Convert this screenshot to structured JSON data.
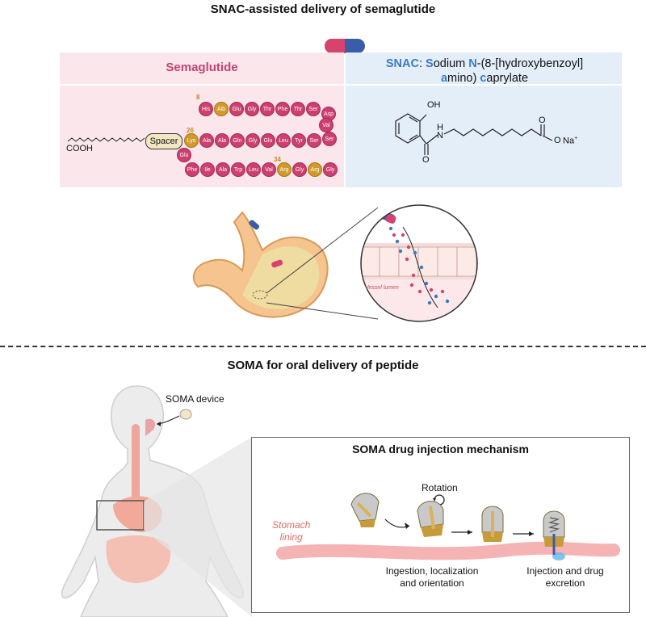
{
  "titles": {
    "top": "SNAC-assisted delivery of semaglutide",
    "bottom": "SOMA for oral delivery of peptide",
    "mechanism": "SOMA drug injection mechanism"
  },
  "semaglutide": {
    "title": "Semaglutide",
    "row1": [
      "His",
      "Aib",
      "Glu",
      "Gly",
      "Thr",
      "Phe",
      "Thr",
      "Ser",
      "Asp"
    ],
    "row2": [
      "Lys",
      "Ala",
      "Ala",
      "Gln",
      "Gly",
      "Glu",
      "Leu",
      "Tyr",
      "Ser",
      "Ser"
    ],
    "row3": [
      "Phe",
      "Ile",
      "Ala",
      "Trp",
      "Leu",
      "Val",
      "Arg",
      "Gly",
      "Arg",
      "Gly"
    ],
    "val": "Val",
    "glu": "Glu",
    "spacer": "Spacer",
    "cooh": "COOH",
    "numbers": [
      "8",
      "26",
      "34"
    ]
  },
  "snac": {
    "line1_prefix": "SNAC",
    "line1_rest": ": ",
    "s": "S",
    "odium": "odium ",
    "n": "N",
    "rest1": "-(8-[hydroxybenzoyl]",
    "a": "a",
    "mino": "mino) ",
    "c": "c",
    "aprylate": "aprylate",
    "oh": "OH",
    "nh": "H",
    "n_atom": "N",
    "o": "O",
    "ona": "O",
    "na": "Na",
    "plus": "+"
  },
  "gut": {
    "vessel_lumen": "Vessel lumen"
  },
  "soma": {
    "device_label": "SOMA device",
    "rotation": "Rotation",
    "stomach_lining": "Stomach\nlining",
    "stomach_line1": "Stomach",
    "stomach_line2": "lining",
    "ingestion_1": "Ingestion, localization",
    "ingestion_2": "and orientation",
    "injection_1": "Injection and drug",
    "injection_2": "excretion"
  },
  "colors": {
    "pink": "#cc3f6e",
    "gold": "#d29a2c",
    "blue": "#3a7bc0",
    "panel_pink": "#fbe6ec",
    "panel_blue": "#e4eef9"
  }
}
